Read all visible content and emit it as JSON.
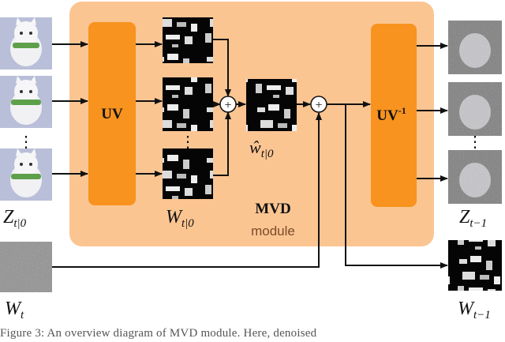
{
  "module": {
    "title": "MVD",
    "subtitle": "module",
    "fill_color": "#fbc592",
    "block_color": "#f7931e"
  },
  "blocks": {
    "uv": "UV",
    "uv_inv": "UV",
    "uv_inv_sup": "-1"
  },
  "labels": {
    "z_input": "Z",
    "z_input_sub": "t|0",
    "w_input": "W",
    "w_input_sub": "t|0",
    "w_hat": "ŵ",
    "w_hat_sub": "t|0",
    "w_t": "W",
    "w_t_sub": "t",
    "z_out": "Z",
    "z_out_sub": "t−1",
    "w_out": "W",
    "w_out_sub": "t−1",
    "ellipsis": "⋮"
  },
  "operators": {
    "plus": "+"
  },
  "caption": {
    "text": "Figure 3:  An overview diagram of MVD module.  Here, denoised"
  }
}
